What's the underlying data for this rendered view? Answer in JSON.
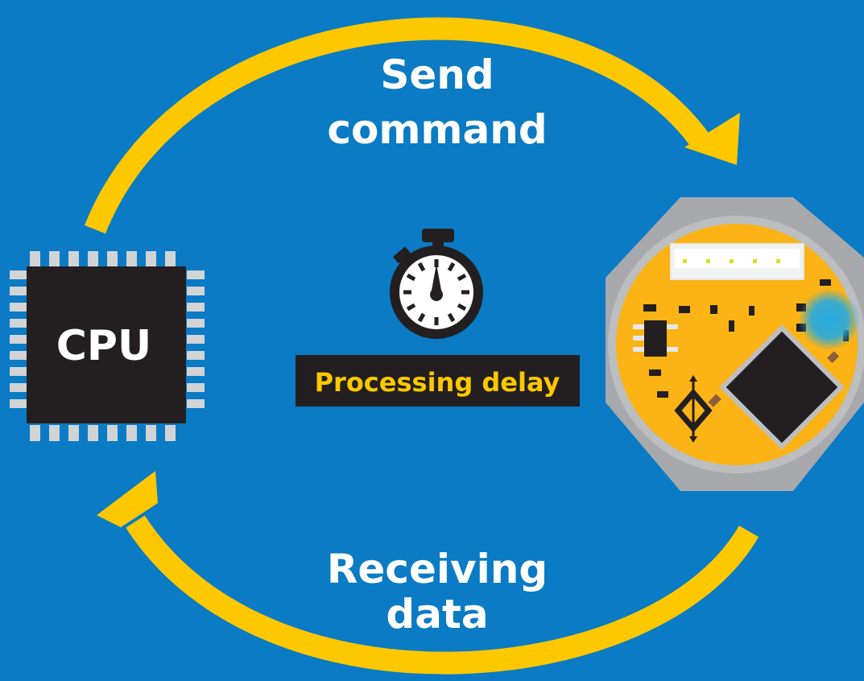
{
  "colors": {
    "background": "#0a7bc4",
    "arrow": "#fdc800",
    "chip": "#231f20",
    "chip_pins": "#d1d3d4",
    "board_yellow": "#fbb315",
    "board_housing": "#a7a9ac",
    "delay_badge_bg": "#231f20",
    "delay_badge_text": "#fdc800",
    "led": "#27aae1"
  },
  "diagram": {
    "send_label_line1": "Send",
    "send_label_line2": "command",
    "receive_label_line1": "Receiving",
    "receive_label_line2": "data",
    "cpu_label": "CPU",
    "delay_label": "Processing delay",
    "icons": [
      "stopwatch-icon",
      "cpu-chip-icon",
      "circuit-board-icon"
    ]
  }
}
